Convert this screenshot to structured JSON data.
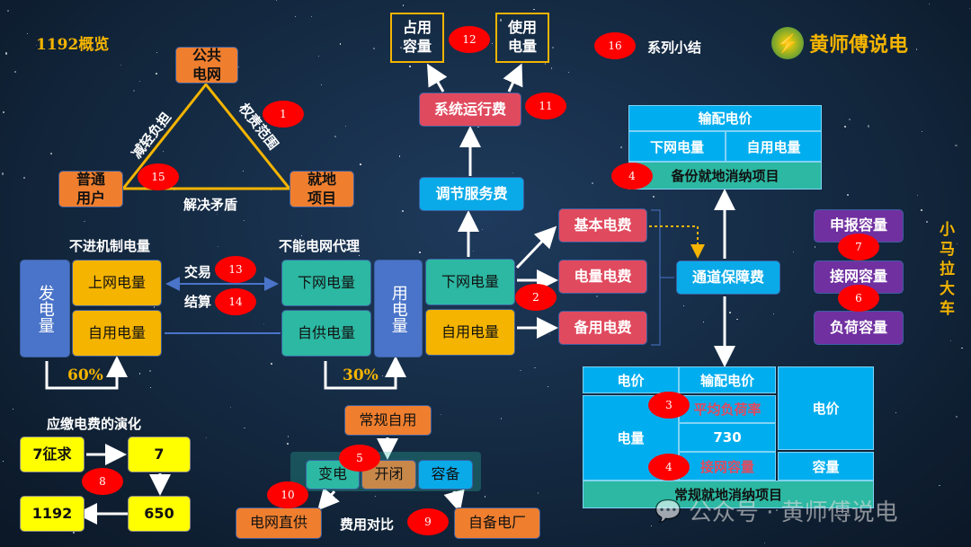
{
  "title": "1192概览",
  "triangle": {
    "top": "公共\n电网",
    "left": "普通\n用户",
    "right": "就地\n项目",
    "edge_left": "减轻负担",
    "edge_right": "权责范围",
    "edge_bottom": "解决矛盾"
  },
  "top": {
    "occupy": "占用\n容量",
    "use": "使用\n电量",
    "system_fee": "系统运行费",
    "regulate_fee": "调节服务费",
    "summary": "系列小结"
  },
  "logo": {
    "text": "黄师傅说电"
  },
  "price_table_top": {
    "header": "输配电价",
    "col1": "下网电量",
    "col2": "自用电量",
    "footer": "备份就地消纳项目"
  },
  "fees": {
    "basic": "基本电费",
    "energy": "电量电费",
    "backup": "备用电费",
    "channel": "通道保障费"
  },
  "capacity": {
    "declared": "申报容量",
    "grid": "接网容量",
    "load": "负荷容量"
  },
  "side_text": "小马拉大车",
  "gen": {
    "label": "不进机制电量",
    "gen_box": "发电量",
    "grid_out": "上网电量",
    "self_use": "自用电量",
    "pct": "60%",
    "trade": "交易",
    "settle": "结算"
  },
  "user": {
    "label": "不能电网代理",
    "grid_in": "下网电量",
    "self_supply": "自供电量",
    "use_box": "用电量",
    "grid_in2": "下网电量",
    "self_use2": "自用电量",
    "pct": "30%"
  },
  "bottom_table": {
    "price": "电价",
    "tdp": "输配电价",
    "energy": "电量",
    "avg_load": "平均负荷率",
    "hours": "730",
    "grid_cap": "接网容量",
    "price2": "电价",
    "capacity": "容量",
    "footer": "常规就地消纳项目"
  },
  "evolution": {
    "title": "应缴电费的演化",
    "b1": "7征求",
    "b2": "7",
    "b3": "650",
    "b4": "1192"
  },
  "selfuse": {
    "top": "常规自用",
    "sub": "变电",
    "switch": "开闭",
    "backup": "容备",
    "direct": "电网直供",
    "compare": "费用对比",
    "own_plant": "自备电厂"
  },
  "badges": [
    "1",
    "2",
    "3",
    "4",
    "4",
    "5",
    "6",
    "7",
    "8",
    "9",
    "10",
    "11",
    "12",
    "13",
    "14",
    "15",
    "16"
  ],
  "watermark": "公众号 · 黄师傅说电"
}
